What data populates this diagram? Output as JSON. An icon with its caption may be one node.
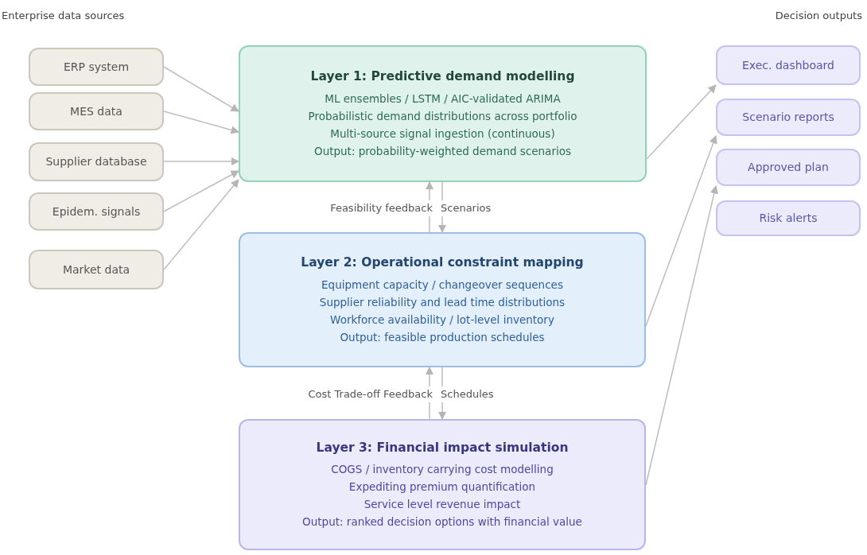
{
  "diagram": {
    "nodes": [
      {
        "text": [
          "ERP system"
        ]
      },
      {
        "text": [
          "MES data"
        ]
      },
      {
        "text": [
          "Supplier database"
        ]
      },
      {
        "text": [
          "Epidem. signals"
        ]
      },
      {
        "text": [
          "Market data"
        ]
      },
      {
        "text": [
          "Layer 1: Predictive demand modelling",
          "ML ensembles / LSTM / AIC-validated ARIMA",
          "Probabilistic demand distributions across portfolio",
          "Multi-source signal ingestion (continuous)",
          "Output: probability-weighted demand scenarios"
        ]
      },
      {
        "text": [
          "Layer 2: Operational constraint mapping",
          "Equipment capacity / changeover sequences",
          "Supplier reliability and lead time distributions",
          "Workforce availability / lot-level inventory",
          "Output: feasible production schedules"
        ]
      },
      {
        "text": [
          "Layer 3: Financial impact simulation",
          "COGS / inventory carrying cost modelling",
          "Expediting premium quantification",
          "Service level revenue impact",
          "Output: ranked decision options with financial value"
        ]
      },
      {
        "text": [
          "Exec. dashboard"
        ]
      },
      {
        "text": [
          "Scenario reports"
        ]
      },
      {
        "text": [
          "Approved plan"
        ]
      },
      {
        "text": [
          "Risk alerts"
        ]
      }
    ],
    "edges": [
      {
        "from": 0,
        "to": 5,
        "arrow": "to"
      },
      {
        "from": 1,
        "to": 5,
        "arrow": "to"
      },
      {
        "from": 2,
        "to": 5,
        "arrow": "to"
      },
      {
        "from": 3,
        "to": 5,
        "arrow": "to"
      },
      {
        "from": 4,
        "to": 5,
        "arrow": "to"
      },
      {
        "from": 6,
        "to": 5,
        "arrow": "to",
        "label": "Feasibility feedback"
      },
      {
        "from": 5,
        "to": 6,
        "arrow": "to",
        "label": "Scenarios"
      },
      {
        "from": 7,
        "to": 6,
        "arrow": "to",
        "label": "Cost Trade-off Feedback"
      },
      {
        "from": 6,
        "to": 7,
        "arrow": "to",
        "label": "Schedules"
      },
      {
        "from": 5,
        "to": 8,
        "arrow": "to"
      },
      {
        "from": 6,
        "to": 9,
        "arrow": "to"
      },
      {
        "from": 7,
        "to": 10,
        "arrow": "to"
      }
    ],
    "labels": [
      "Enterprise data sources",
      "Decision outputs"
    ]
  }
}
